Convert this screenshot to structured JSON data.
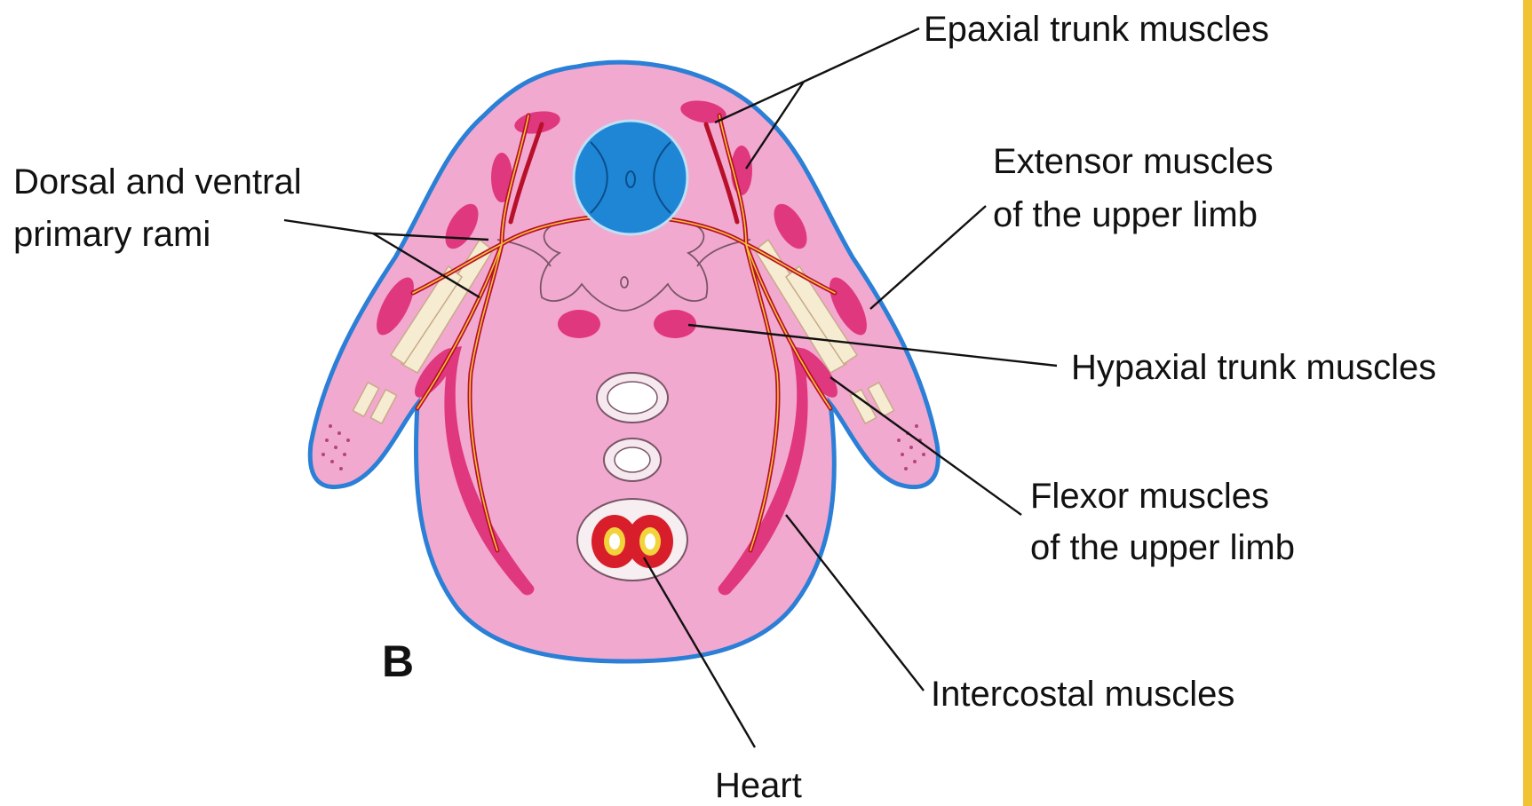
{
  "panel_letter": "B",
  "labels": {
    "epaxial": "Epaxial trunk muscles",
    "extensor_line1": "Extensor muscles",
    "extensor_line2": "of the upper limb",
    "dorsal_line1": "Dorsal and ventral",
    "dorsal_line2": "primary rami",
    "hypaxial": "Hypaxial trunk muscles",
    "flexor_line1": "Flexor muscles",
    "flexor_line2": "of the upper limb",
    "intercostal": "Intercostal muscles",
    "heart": "Heart"
  },
  "colors": {
    "body_fill": "#f2a9cf",
    "body_outline": "#2b7fd6",
    "muscle": "#e0387f",
    "nerve": "#b8102a",
    "nerve_core": "#f0c53a",
    "neural_tube": "#1f86d6",
    "cartilage": "#f5ecd2",
    "heart_red": "#d81e2a",
    "heart_yellow": "#f2d33b",
    "accent_edge": "#f1c232"
  }
}
